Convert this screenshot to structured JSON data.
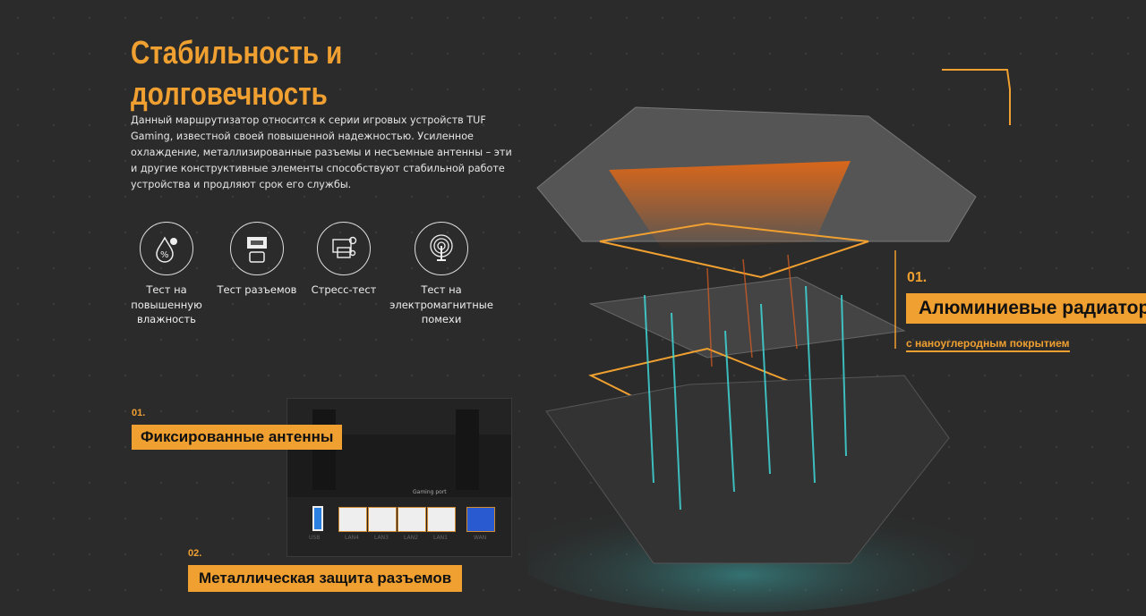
{
  "title": "Стабильность и долговечность",
  "title_lines": [
    "Стабильность и",
    "долговечность"
  ],
  "description": "Данный маршрутизатор относится к серии игровых устройств TUF Gaming, известной своей повышенной надежностью. Усиленное охлаждение, металлизированные разъемы и несъемные антенны – эти и другие конструктивные элементы способствуют стабильной работе устройства и продляют срок его службы.",
  "features": [
    {
      "icon": "humidity-icon",
      "label": "Тест на повышенную влажность"
    },
    {
      "icon": "connector-icon",
      "label": "Тест разъемов"
    },
    {
      "icon": "stress-test-icon",
      "label": "Стресс-тест"
    },
    {
      "icon": "antenna-signal-icon",
      "label": "Тест на электромагнитные помехи"
    }
  ],
  "callouts": {
    "radiators": {
      "num": "01.",
      "label": "Алюминиевые радиаторы",
      "sub": "с наноуглеродным покрытием"
    },
    "antennas": {
      "num": "01.",
      "label": "Фиксированные антенны"
    },
    "ports": {
      "num": "02.",
      "label": "Металлическая защита разъемов"
    }
  },
  "ports": {
    "gaming_port": "Gaming port",
    "labels": [
      "USB",
      "LAN4",
      "LAN3",
      "LAN2",
      "LAN1",
      "WAN"
    ]
  },
  "colors": {
    "accent": "#f0a030",
    "background": "#2b2b2b",
    "cyan": "#40e0e0"
  }
}
